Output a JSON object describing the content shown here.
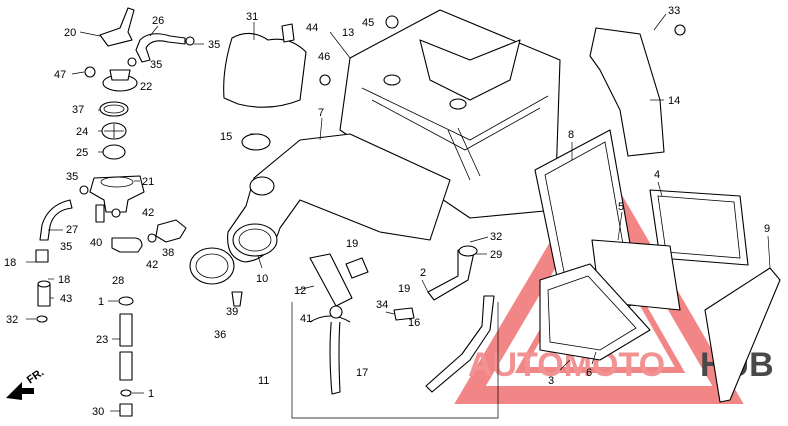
{
  "diagram": {
    "callouts": [
      {
        "id": "20",
        "text": "20"
      },
      {
        "id": "26",
        "text": "26"
      },
      {
        "id": "35a",
        "text": "35"
      },
      {
        "id": "47",
        "text": "47"
      },
      {
        "id": "35b",
        "text": "35"
      },
      {
        "id": "22",
        "text": "22"
      },
      {
        "id": "37",
        "text": "37"
      },
      {
        "id": "24",
        "text": "24"
      },
      {
        "id": "25",
        "text": "25"
      },
      {
        "id": "35c",
        "text": "35"
      },
      {
        "id": "21",
        "text": "21"
      },
      {
        "id": "27",
        "text": "27"
      },
      {
        "id": "42a",
        "text": "42"
      },
      {
        "id": "40",
        "text": "40"
      },
      {
        "id": "35d",
        "text": "35"
      },
      {
        "id": "18a",
        "text": "18"
      },
      {
        "id": "18b",
        "text": "18"
      },
      {
        "id": "43",
        "text": "43"
      },
      {
        "id": "28",
        "text": "28"
      },
      {
        "id": "38",
        "text": "38"
      },
      {
        "id": "42b",
        "text": "42"
      },
      {
        "id": "1a",
        "text": "1"
      },
      {
        "id": "32a",
        "text": "32"
      },
      {
        "id": "23",
        "text": "23"
      },
      {
        "id": "30",
        "text": "30"
      },
      {
        "id": "1b",
        "text": "1"
      },
      {
        "id": "31",
        "text": "31"
      },
      {
        "id": "44",
        "text": "44"
      },
      {
        "id": "13",
        "text": "13"
      },
      {
        "id": "45",
        "text": "45"
      },
      {
        "id": "46",
        "text": "46"
      },
      {
        "id": "7",
        "text": "7"
      },
      {
        "id": "15",
        "text": "15"
      },
      {
        "id": "10",
        "text": "10"
      },
      {
        "id": "36",
        "text": "36"
      },
      {
        "id": "39",
        "text": "39"
      },
      {
        "id": "19a",
        "text": "19"
      },
      {
        "id": "12",
        "text": "12"
      },
      {
        "id": "41",
        "text": "41"
      },
      {
        "id": "17",
        "text": "17"
      },
      {
        "id": "11",
        "text": "11"
      },
      {
        "id": "33",
        "text": "33"
      },
      {
        "id": "14",
        "text": "14"
      },
      {
        "id": "8",
        "text": "8"
      },
      {
        "id": "4",
        "text": "4"
      },
      {
        "id": "5",
        "text": "5"
      },
      {
        "id": "9",
        "text": "9"
      },
      {
        "id": "32b",
        "text": "32"
      },
      {
        "id": "29",
        "text": "29"
      },
      {
        "id": "2",
        "text": "2"
      },
      {
        "id": "19b",
        "text": "19"
      },
      {
        "id": "34",
        "text": "34"
      },
      {
        "id": "16",
        "text": "16"
      },
      {
        "id": "3",
        "text": "3"
      },
      {
        "id": "6",
        "text": "6"
      }
    ],
    "direction_marker": "FR.",
    "watermark": {
      "left": "AUTOMOTO",
      "right": "HUB",
      "color_main": "#f08080",
      "color_dark": "#2a2a2a"
    }
  }
}
